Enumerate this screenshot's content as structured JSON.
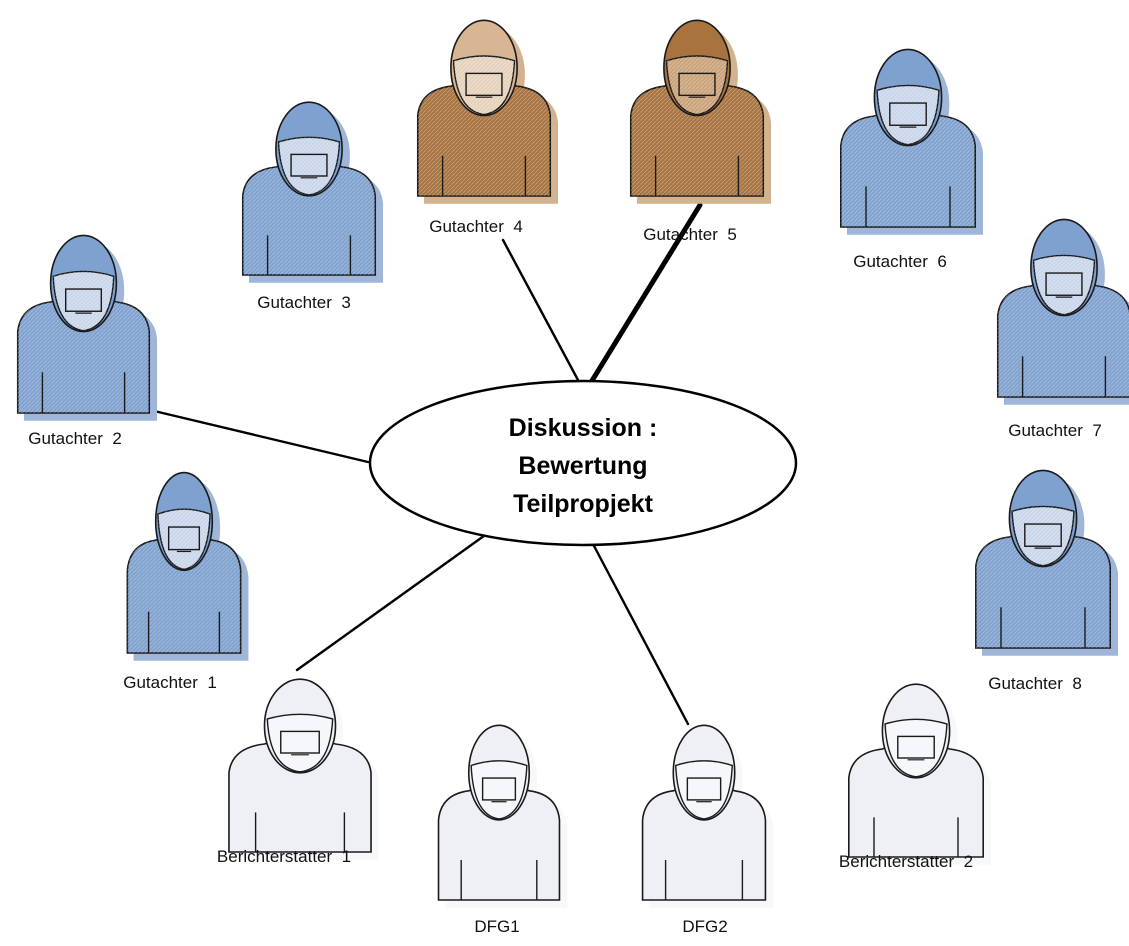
{
  "center": {
    "lines": [
      "Diskussion :",
      "Bewertung",
      "Teilpropjekt"
    ]
  },
  "colors": {
    "blue_fill": "#7ea1cf",
    "blue_shadow": "#9fb6d9",
    "brown_fill": "#a8733f",
    "brown_shadow": "#d2b28f",
    "brown_head": "#d8b694",
    "white_fill": "#eef0f5",
    "white_shadow": "#f7f8fa",
    "outline": "#1a1a1a"
  },
  "people": [
    {
      "id": "gutachter-1",
      "label": "Gutachter  1",
      "style": "blue"
    },
    {
      "id": "gutachter-2",
      "label": "Gutachter  2",
      "style": "blue"
    },
    {
      "id": "gutachter-3",
      "label": "Gutachter  3",
      "style": "blue"
    },
    {
      "id": "gutachter-4",
      "label": "Gutachter  4",
      "style": "brown-light"
    },
    {
      "id": "gutachter-5",
      "label": "Gutachter  5",
      "style": "brown"
    },
    {
      "id": "gutachter-6",
      "label": "Gutachter  6",
      "style": "blue"
    },
    {
      "id": "gutachter-7",
      "label": "Gutachter  7",
      "style": "blue"
    },
    {
      "id": "gutachter-8",
      "label": "Gutachter  8",
      "style": "blue"
    },
    {
      "id": "berichterstatter-1",
      "label": "Berichterstatter  1",
      "style": "white"
    },
    {
      "id": "dfg1",
      "label": "DFG1",
      "style": "white"
    },
    {
      "id": "dfg2",
      "label": "DFG2",
      "style": "white"
    },
    {
      "id": "berichterstatter-2",
      "label": "Berichterstatter  2",
      "style": "white"
    }
  ],
  "links": [
    {
      "to": "gutachter-2",
      "weight": "normal"
    },
    {
      "to": "gutachter-4",
      "weight": "normal"
    },
    {
      "to": "gutachter-5",
      "weight": "thick"
    },
    {
      "to": "berichterstatter-1",
      "weight": "normal"
    },
    {
      "to": "dfg2",
      "weight": "normal"
    }
  ]
}
